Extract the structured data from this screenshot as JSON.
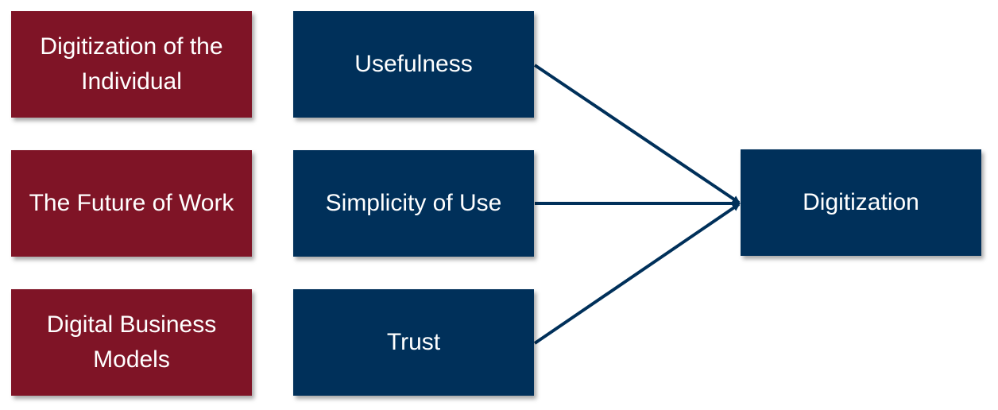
{
  "diagram": {
    "themes": [
      {
        "label": "Digitization of the Individual"
      },
      {
        "label": "The Future of Work"
      },
      {
        "label": "Digital Business Models"
      }
    ],
    "factors": [
      {
        "label": "Usefulness"
      },
      {
        "label": "Simplicity of Use"
      },
      {
        "label": "Trust"
      }
    ],
    "outcome": {
      "label": "Digitization"
    },
    "colors": {
      "theme_fill": "#7f1426",
      "factor_fill": "#00305a",
      "arrow": "#00305a",
      "text": "#ffffff"
    },
    "edges": [
      {
        "from": "Usefulness",
        "to": "Digitization"
      },
      {
        "from": "Simplicity of Use",
        "to": "Digitization"
      },
      {
        "from": "Trust",
        "to": "Digitization"
      }
    ]
  }
}
